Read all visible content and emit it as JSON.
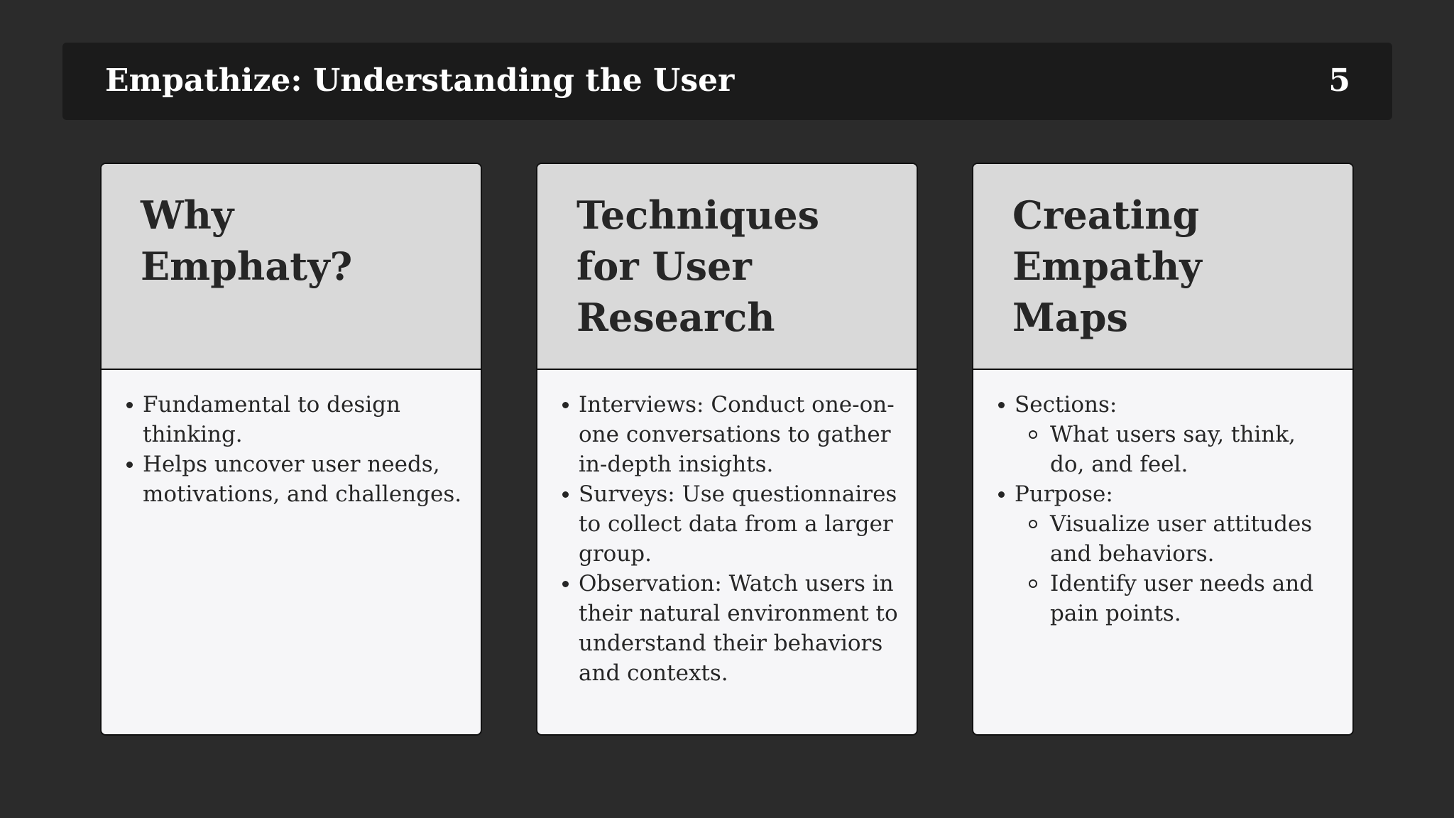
{
  "header": {
    "title": "Empathize: Understanding the User",
    "page_number": "5"
  },
  "cards": [
    {
      "title": "Why Emphaty?",
      "items": [
        {
          "text": "Fundamental to design thinking."
        },
        {
          "text": "Helps uncover user needs, motivations, and challenges."
        }
      ]
    },
    {
      "title": "Techniques for User Research",
      "items": [
        {
          "text": "Interviews: Conduct one-on-one conversations to gather in-depth insights."
        },
        {
          "text": "Surveys: Use questionnaires to collect data from a larger group."
        },
        {
          "text": "Observation: Watch users in their natural environment to understand their behaviors and contexts."
        }
      ]
    },
    {
      "title": "Creating Empathy Maps",
      "items": [
        {
          "text": "Sections:",
          "sub": [
            "What users say, think, do, and feel."
          ]
        },
        {
          "text": "Purpose:",
          "sub": [
            "Visualize user attitudes and behaviors.",
            "Identify user needs and pain points."
          ]
        }
      ]
    }
  ],
  "colors": {
    "background": "#2b2b2b",
    "header_bar": "#1b1b1b",
    "card_head": "#d9d9d9",
    "card_body": "#f6f6f8",
    "text_dark": "#262626",
    "text_light": "#ffffff"
  }
}
